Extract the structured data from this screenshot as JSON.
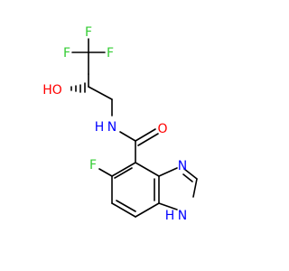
{
  "molecule": {
    "atoms": {
      "F1": "F",
      "F2": "F",
      "F3": "F",
      "OH": "HO",
      "NH_amide": "N",
      "H_amide": "H",
      "O_carbonyl": "O",
      "F_ring": "F",
      "N_imidazole": "N",
      "NH_imidazole": "N",
      "H_imidazole": "H"
    },
    "colors": {
      "carbon_bond": "#000000",
      "fluorine": "#33cc33",
      "oxygen": "#ff0000",
      "nitrogen": "#0000ff"
    }
  }
}
